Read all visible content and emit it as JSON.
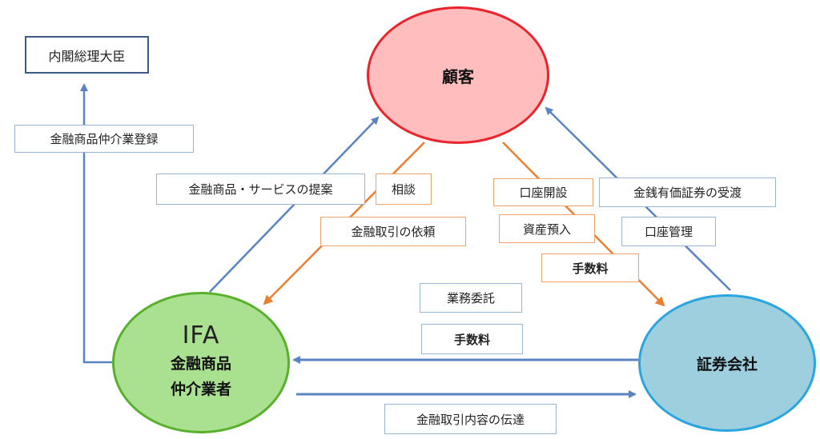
{
  "nodes": {
    "customer": "顧客",
    "ifa_abbr": "IFA",
    "ifa_line1": "金融商品",
    "ifa_line2": "仲介業者",
    "securities": "証券会社",
    "cabinet": "内閣総理大臣"
  },
  "labels": {
    "registration": "金融商品仲介業登録",
    "proposal": "金融商品・サービスの提案",
    "consultation": "相談",
    "trade_request": "金融取引の依頼",
    "account_opening": "口座開設",
    "asset_deposit": "資産預入",
    "fee_customer": "手数料",
    "securities_transfer": "金銭有価証券の受渡",
    "account_management": "口座管理",
    "business_outsourcing": "業務委託",
    "fee_ifa": "手数料",
    "trade_content": "金融取引内容の伝達"
  },
  "colors": {
    "blue_arrow": "#5a84c0",
    "orange_arrow": "#ed7d31",
    "customer_fill": "#ffbdbd",
    "ifa_fill": "#a9e191",
    "securities_fill": "#9dcfdf"
  }
}
